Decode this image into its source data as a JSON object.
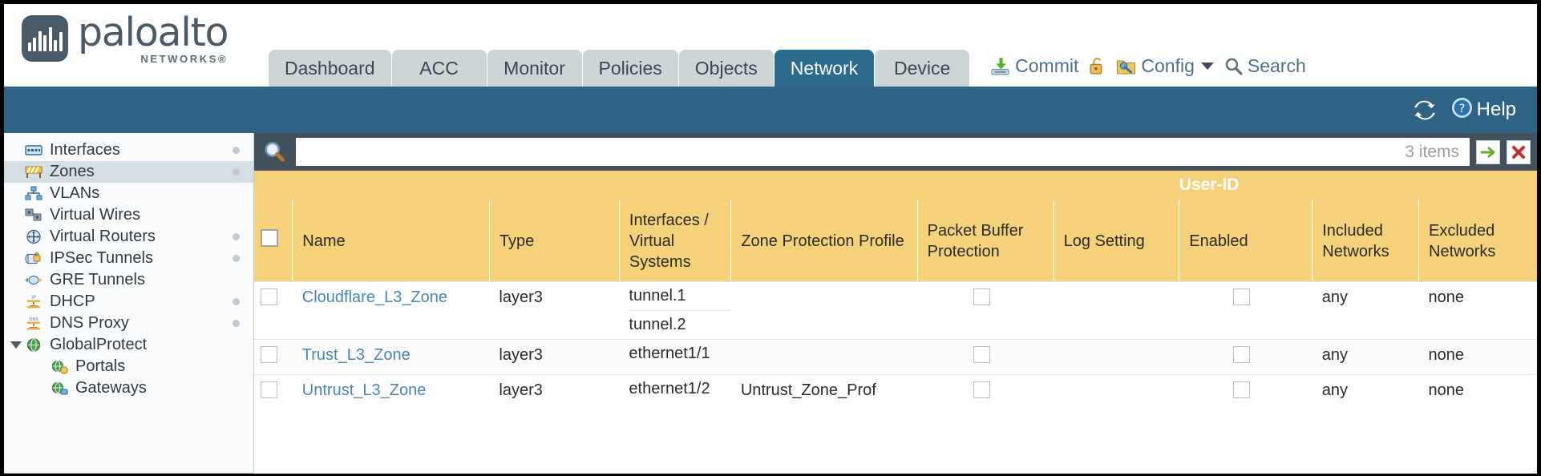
{
  "brand": {
    "name": "paloalto",
    "tagline": "NETWORKS®"
  },
  "nav": {
    "tabs": [
      {
        "label": "Dashboard",
        "active": false
      },
      {
        "label": "ACC",
        "active": false
      },
      {
        "label": "Monitor",
        "active": false
      },
      {
        "label": "Policies",
        "active": false
      },
      {
        "label": "Objects",
        "active": false
      },
      {
        "label": "Network",
        "active": true
      },
      {
        "label": "Device",
        "active": false
      }
    ]
  },
  "topactions": {
    "commit": "Commit",
    "lock_icon": "padlock-icon",
    "config": "Config",
    "search": "Search"
  },
  "banner": {
    "refresh_icon": "refresh-icon",
    "help": "Help"
  },
  "sidebar": {
    "items": [
      {
        "label": "Interfaces",
        "icon": "interfaces-icon",
        "selected": false,
        "dot": true,
        "child": false,
        "expander": false
      },
      {
        "label": "Zones",
        "icon": "zones-icon",
        "selected": true,
        "dot": true,
        "child": false,
        "expander": false
      },
      {
        "label": "VLANs",
        "icon": "vlans-icon",
        "selected": false,
        "dot": false,
        "child": false,
        "expander": false
      },
      {
        "label": "Virtual Wires",
        "icon": "virtual-wires-icon",
        "selected": false,
        "dot": false,
        "child": false,
        "expander": false
      },
      {
        "label": "Virtual Routers",
        "icon": "virtual-routers-icon",
        "selected": false,
        "dot": true,
        "child": false,
        "expander": false
      },
      {
        "label": "IPSec Tunnels",
        "icon": "ipsec-tunnels-icon",
        "selected": false,
        "dot": true,
        "child": false,
        "expander": false
      },
      {
        "label": "GRE Tunnels",
        "icon": "gre-tunnels-icon",
        "selected": false,
        "dot": false,
        "child": false,
        "expander": false
      },
      {
        "label": "DHCP",
        "icon": "dhcp-icon",
        "selected": false,
        "dot": true,
        "child": false,
        "expander": false
      },
      {
        "label": "DNS Proxy",
        "icon": "dns-proxy-icon",
        "selected": false,
        "dot": true,
        "child": false,
        "expander": false
      },
      {
        "label": "GlobalProtect",
        "icon": "globalprotect-icon",
        "selected": false,
        "dot": false,
        "child": false,
        "expander": true
      },
      {
        "label": "Portals",
        "icon": "portals-icon",
        "selected": false,
        "dot": false,
        "child": true,
        "expander": false
      },
      {
        "label": "Gateways",
        "icon": "gateways-icon",
        "selected": false,
        "dot": false,
        "child": true,
        "expander": false
      }
    ]
  },
  "search": {
    "value": "",
    "placeholder": "",
    "items_count": "3 items",
    "apply_icon": "green-arrow-icon",
    "clear_icon": "red-x-icon"
  },
  "table": {
    "group_header": "User-ID",
    "columns": [
      "Name",
      "Type",
      "Interfaces / Virtual Systems",
      "Zone Protection Profile",
      "Packet Buffer Protection",
      "Log Setting",
      "Enabled",
      "Included Networks",
      "Excluded Networks"
    ],
    "rows": [
      {
        "selected": false,
        "name": "Cloudflare_L3_Zone",
        "type": "layer3",
        "interfaces": [
          "tunnel.1",
          "tunnel.2"
        ],
        "zone_protection_profile": "",
        "packet_buffer_protection": false,
        "log_setting": "",
        "enabled": false,
        "included_networks": "any",
        "excluded_networks": "none"
      },
      {
        "selected": false,
        "name": "Trust_L3_Zone",
        "type": "layer3",
        "interfaces": [
          "ethernet1/1"
        ],
        "zone_protection_profile": "",
        "packet_buffer_protection": false,
        "log_setting": "",
        "enabled": false,
        "included_networks": "any",
        "excluded_networks": "none"
      },
      {
        "selected": false,
        "name": "Untrust_L3_Zone",
        "type": "layer3",
        "interfaces": [
          "ethernet1/2"
        ],
        "zone_protection_profile": "Untrust_Zone_Prof",
        "packet_buffer_protection": false,
        "log_setting": "",
        "enabled": false,
        "included_networks": "any",
        "excluded_networks": "none"
      }
    ]
  },
  "colors": {
    "active_tab": "#2c6b8e",
    "banner": "#2e6383",
    "header_amber": "#f5d279",
    "group_amber": "#e0ab3f",
    "link": "#4a86b0",
    "selected_row": "#d3dee5"
  }
}
